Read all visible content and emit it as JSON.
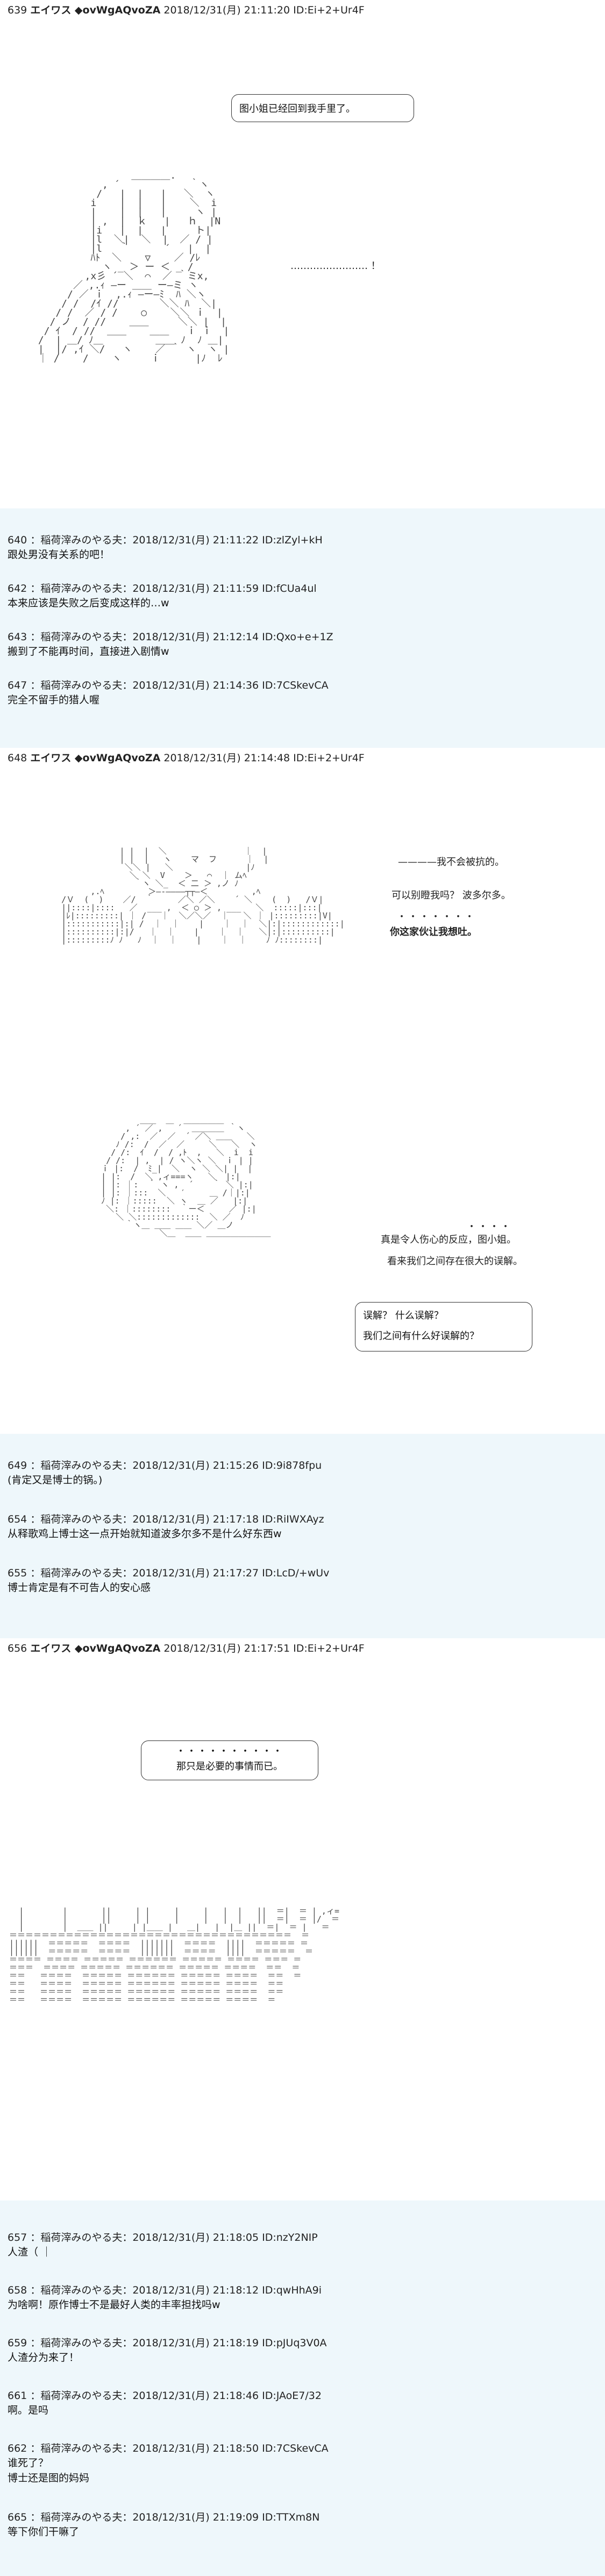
{
  "posts": [
    {
      "num": "639",
      "name": "エイワス ◆ovWgAQvoZA",
      "date": "2018/12/31(月) 21:11:20",
      "id": "ID:Ei+2+Ur4F",
      "main": true
    },
    {
      "num": "640",
      "name": "：稲荷滓みのやる夫",
      "date": "2018/12/31(月) 21:11:22",
      "id": "ID:zlZyl+kH",
      "text": "跟处男没有关系的吧！"
    },
    {
      "num": "642",
      "name": "：稲荷滓みのやる夫",
      "date": "2018/12/31(月) 21:11:59",
      "id": "ID:fCUa4ul",
      "text": "本来应该是失败之后变成这样的…w"
    },
    {
      "num": "643",
      "name": "：稲荷滓みのやる夫",
      "date": "2018/12/31(月) 21:12:14",
      "id": "ID:Qxo+e+1Z",
      "text": "搬到了不能再时间，直接进入剧情w"
    },
    {
      "num": "647",
      "name": "：稲荷滓みのやる夫",
      "date": "2018/12/31(月) 21:14:36",
      "id": "ID:7CSkevCA",
      "text": "完全不留手的猎人喔"
    },
    {
      "num": "648",
      "name": "エイワス ◆ovWgAQvoZA",
      "date": "2018/12/31(月) 21:14:48",
      "id": "ID:Ei+2+Ur4F",
      "main": true
    },
    {
      "num": "649",
      "name": "：稲荷滓みのやる夫",
      "date": "2018/12/31(月) 21:15:26",
      "id": "ID:9i878fpu",
      "text": "(肯定又是博士的锅。)"
    },
    {
      "num": "654",
      "name": "：稲荷滓みのやる夫",
      "date": "2018/12/31(月) 21:17:18",
      "id": "ID:RiIWXAyz",
      "text": "从释歌鸡上博士这一点开始就知道波多尔多不是什么好东西w"
    },
    {
      "num": "655",
      "name": "：稲荷滓みのやる夫",
      "date": "2018/12/31(月) 21:17:27",
      "id": "ID:LcD/+wUv",
      "text": "博士肯定是有不可告人的安心感"
    },
    {
      "num": "656",
      "name": "エイワス ◆ovWgAQvoZA",
      "date": "2018/12/31(月) 21:17:51",
      "id": "ID:Ei+2+Ur4F",
      "main": true
    },
    {
      "num": "657",
      "name": "：稲荷滓みのやる夫",
      "date": "2018/12/31(月) 21:18:05",
      "id": "ID:nzY2NIP",
      "text": "人渣（ ｜"
    },
    {
      "num": "658",
      "name": "：稲荷滓みのやる夫",
      "date": "2018/12/31(月) 21:18:12",
      "id": "ID:qwHhA9i",
      "text": "为啥啊！原作博士不是最好人类的丰率担找吗w"
    },
    {
      "num": "659",
      "name": "：稲荷滓みのやる夫",
      "date": "2018/12/31(月) 21:18:19",
      "id": "ID:pJUq3V0A",
      "text": "人渣分为来了！"
    },
    {
      "num": "661",
      "name": "：稲荷滓みのやる夫",
      "date": "2018/12/31(月) 21:18:46",
      "id": "ID:JAoE7/32",
      "text": "啊。是吗"
    },
    {
      "num": "662",
      "name": "：稲荷滓みのやる夫",
      "date": "2018/12/31(月) 21:18:50",
      "id": "ID:7CSkevCA",
      "text": "谁死了？\n博士还是图的妈妈"
    },
    {
      "num": "665",
      "name": "：稲荷滓みのやる夫",
      "date": "2018/12/31(月) 21:19:09",
      "id": "ID:TTXm8N",
      "text": "等下你们干嘛了"
    }
  ],
  "speech": {
    "s639_bubble": "图小姐已经回到我手里了。",
    "s639_dots": "…………………… ！",
    "s648_a": "————我不会被抗的。",
    "s648_b": "可以别瞪我吗？ 波多尔多。",
    "s648_c": "・・・・・・・",
    "s648_d": "你这家伙让我想吐。",
    "s648_e": "・・・・",
    "s648_f": "真是令人伤心的反应，图小姐。",
    "s648_g": "看来我们之间存在很大的误解。",
    "s648_h": "误解？ 什么误解？",
    "s648_i": "我们之间有什么好误解的？",
    "s656_bubble_dots": "・・・・・・・・・・",
    "s656_bubble": "那只是必要的事情而已。"
  }
}
